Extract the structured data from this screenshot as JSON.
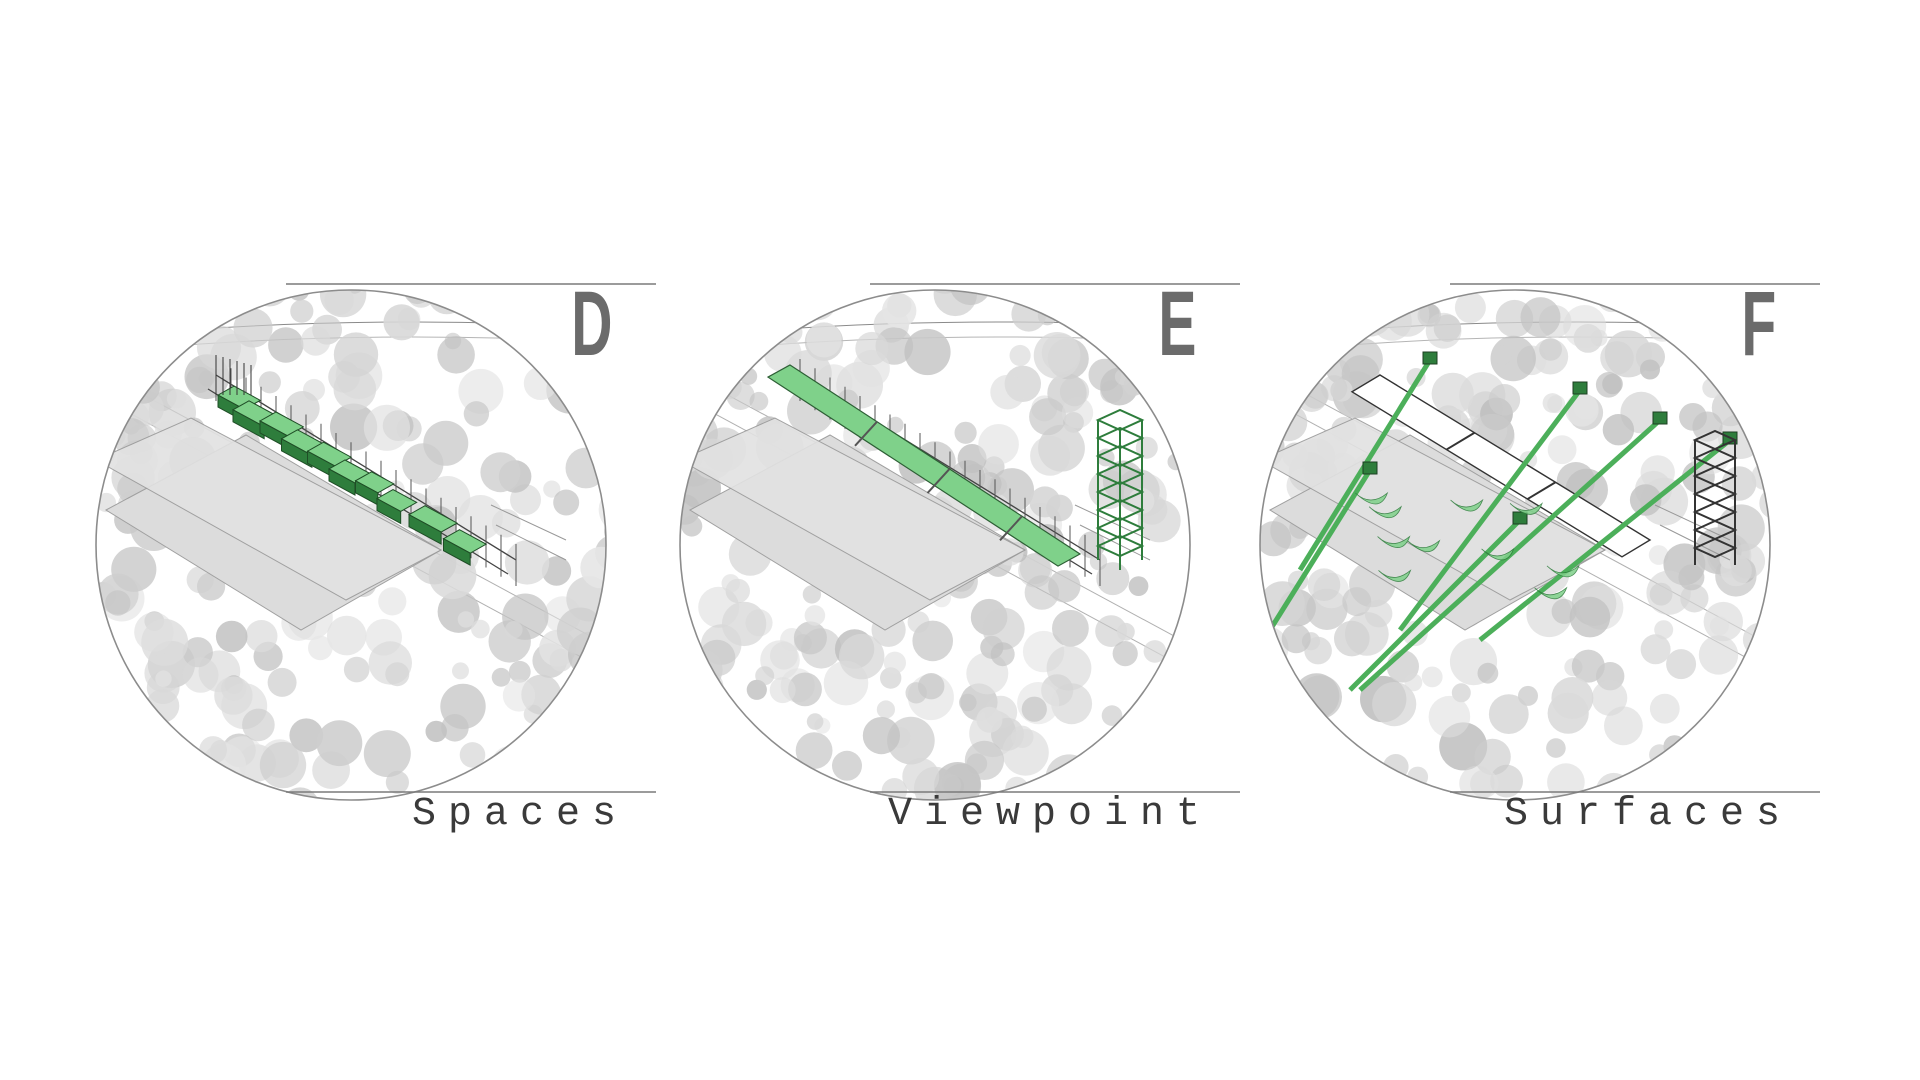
{
  "colors": {
    "green_dark": "#2e7d3c",
    "green_light": "#7fd18a",
    "green_mid": "#4caf5a",
    "tree_gray": "#cfcfcf",
    "plaza_gray": "#dcdcdc",
    "line_gray": "#8a8a8a",
    "letter_gray": "#6b6b6b"
  },
  "panels": [
    {
      "letter": "D",
      "caption": "Spaces",
      "variant": "spaces"
    },
    {
      "letter": "E",
      "caption": "Viewpoint",
      "variant": "viewpoint"
    },
    {
      "letter": "F",
      "caption": "Surfaces",
      "variant": "surfaces"
    }
  ]
}
